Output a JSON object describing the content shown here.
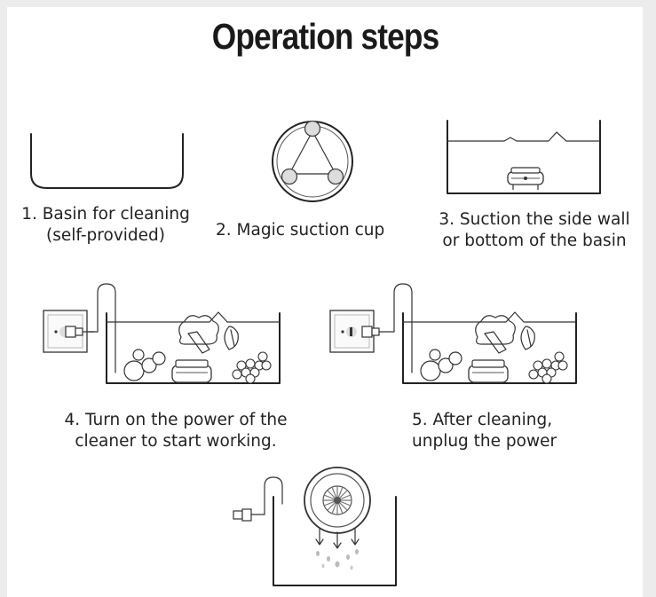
{
  "title": "Operation steps",
  "steps": [
    {
      "number": "1.",
      "line1": "1. Basin for cleaning",
      "line2": "(self-provided)"
    },
    {
      "number": "2.",
      "line1": "2. Magic suction cup",
      "line2": ""
    },
    {
      "number": "3.",
      "line1": "3. Suction the side wall",
      "line2": "or bottom of the basin"
    },
    {
      "number": "4.",
      "line1": "4. Turn on the power of the",
      "line2": "cleaner to start working."
    },
    {
      "number": "5.",
      "line1": "5. After cleaning,",
      "line2": "unplug the power"
    }
  ],
  "colors": {
    "line": "#222222",
    "background": "#ffffff",
    "frame": "#ececec"
  },
  "icons": [
    "basin-icon",
    "suction-cup-icon",
    "basin-with-cleaner-icon",
    "power-socket-icon",
    "fruits-vegetables-icon",
    "usb-plug-icon",
    "water-drops-icon"
  ]
}
